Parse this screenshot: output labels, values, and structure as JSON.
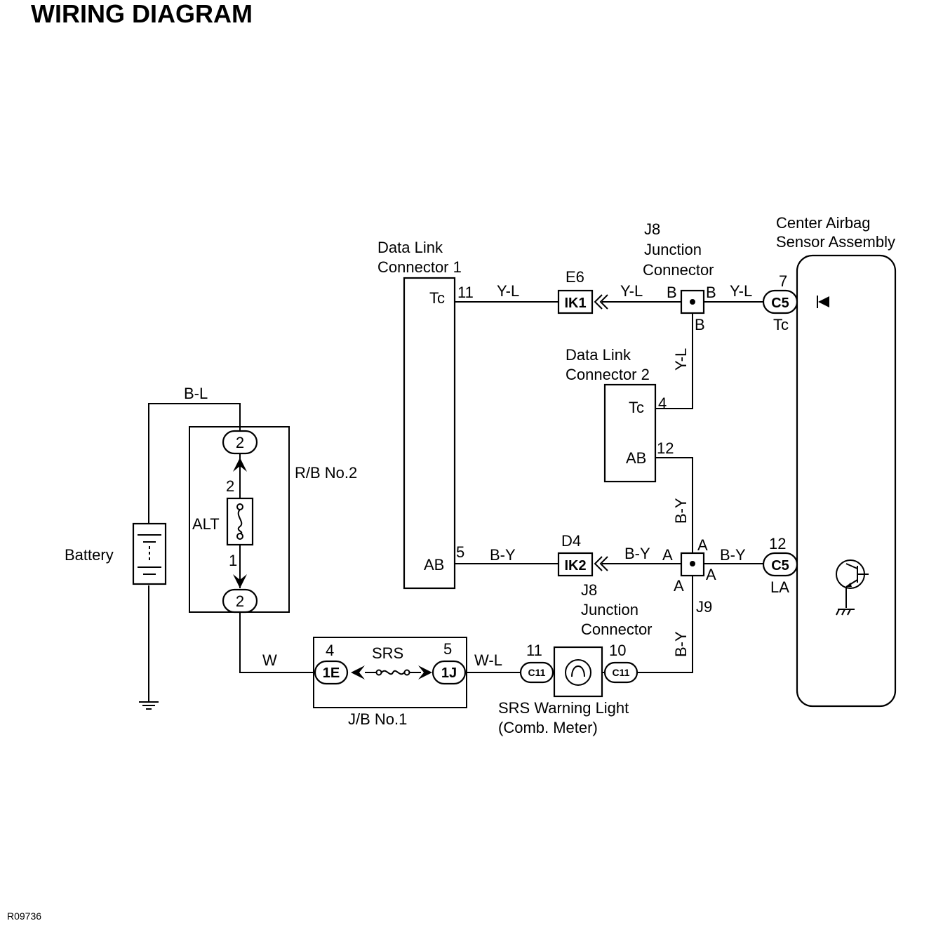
{
  "title": "WIRING DIAGRAM",
  "ref_code": "R09736",
  "components": {
    "battery": "Battery",
    "rb_no2": "R/B No.2",
    "alt_fuse": "ALT",
    "jb_no1": "J/B No.1",
    "srs_fuse": "SRS",
    "dlc1": [
      "Data Link",
      "Connector 1"
    ],
    "dlc2": [
      "Data Link",
      "Connector 2"
    ],
    "j8_top": [
      "J8",
      "Junction",
      "Connector"
    ],
    "j8_bottom": [
      "J8",
      "Junction",
      "Connector"
    ],
    "j9": "J9",
    "airbag": [
      "Center Airbag",
      "Sensor Assembly"
    ],
    "warning_light": [
      "SRS Warning Light",
      "(Comb. Meter)"
    ]
  },
  "connectors": {
    "rb_top": "2",
    "rb_bottom": "2",
    "jb_left": "1E",
    "jb_right": "1J",
    "e6": "E6",
    "ik1": "IK1",
    "d4": "D4",
    "ik2": "IK2",
    "c5_top": "C5",
    "c5_bottom": "C5",
    "c11_left": "C11",
    "c11_right": "C11"
  },
  "pins": {
    "alt_top": "2",
    "alt_bottom": "1",
    "jb_left": "4",
    "jb_right": "5",
    "dlc1_tc_num": "11",
    "dlc1_tc_name": "Tc",
    "dlc1_ab_num": "5",
    "dlc1_ab_name": "AB",
    "dlc2_tc_num": "4",
    "dlc2_tc_name": "Tc",
    "dlc2_ab_num": "12",
    "dlc2_ab_name": "AB",
    "c5_top_num": "7",
    "c5_top_name": "Tc",
    "c5_bottom_num": "12",
    "c5_bottom_name": "LA",
    "c11_left_num": "11",
    "c11_right_num": "10",
    "j8_b_left": "B",
    "j8_b_right": "B",
    "j8_b_bottom": "B",
    "j9_a_left": "A",
    "j9_a_top": "A",
    "j9_a_right": "A",
    "j9_a_bottom": "A"
  },
  "wires": {
    "bl": "B-L",
    "w": "W",
    "wl": "W-L",
    "yl_1": "Y-L",
    "yl_2": "Y-L",
    "yl_3": "Y-L",
    "yl_vert": "Y-L",
    "by_1": "B-Y",
    "by_2": "B-Y",
    "by_3": "B-Y",
    "by_vert_top": "B-Y",
    "by_vert_bottom": "B-Y"
  }
}
